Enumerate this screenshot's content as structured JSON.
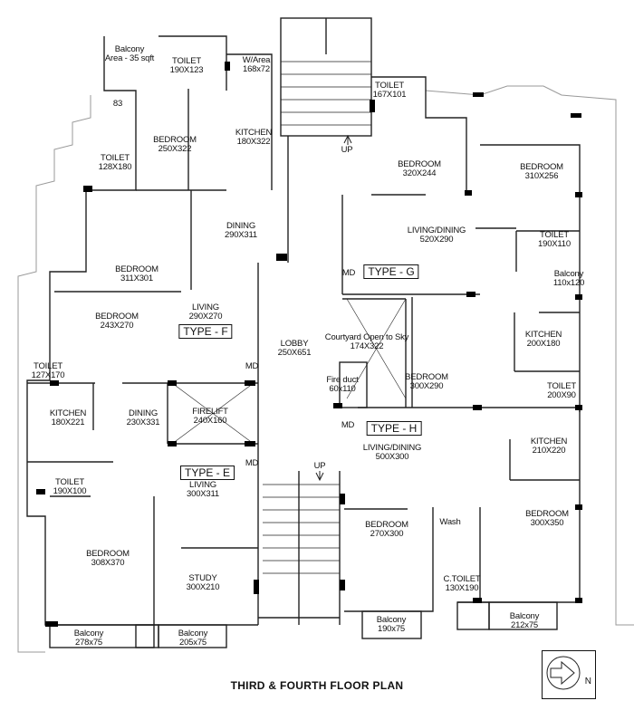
{
  "title": "THIRD & FOURTH FLOOR PLAN",
  "north_label": "N",
  "unit_types": [
    "TYPE - F",
    "TYPE - G",
    "TYPE - E",
    "TYPE - H"
  ],
  "rooms": [
    {
      "name": "Balcony",
      "dim": "Area - 35 sqft"
    },
    {
      "name": "83",
      "dim": ""
    },
    {
      "name": "TOILET",
      "dim": "190X123"
    },
    {
      "name": "W/Area",
      "dim": "168x72"
    },
    {
      "name": "KITCHEN",
      "dim": "180X322"
    },
    {
      "name": "BEDROOM",
      "dim": "250X322"
    },
    {
      "name": "TOILET",
      "dim": "128X180"
    },
    {
      "name": "DINING",
      "dim": "290X311"
    },
    {
      "name": "BEDROOM",
      "dim": "311X301"
    },
    {
      "name": "LIVING",
      "dim": "290X270"
    },
    {
      "name": "BEDROOM",
      "dim": "243X270"
    },
    {
      "name": "TOILET",
      "dim": "127X170"
    },
    {
      "name": "MD",
      "dim": ""
    },
    {
      "name": "LOBBY",
      "dim": "250X651"
    },
    {
      "name": "KITCHEN",
      "dim": "180X221"
    },
    {
      "name": "DINING",
      "dim": "230X331"
    },
    {
      "name": "FIRELIFT",
      "dim": "240X160"
    },
    {
      "name": "MD",
      "dim": ""
    },
    {
      "name": "LIVING",
      "dim": "300X311"
    },
    {
      "name": "TOILET",
      "dim": "190X100"
    },
    {
      "name": "BEDROOM",
      "dim": "308X370"
    },
    {
      "name": "STUDY",
      "dim": "300X210"
    },
    {
      "name": "Balcony",
      "dim": "278x75"
    },
    {
      "name": "Balcony",
      "dim": "205x75"
    },
    {
      "name": "TOILET",
      "dim": "167X101"
    },
    {
      "name": "UP",
      "dim": ""
    },
    {
      "name": "BEDROOM",
      "dim": "320X244"
    },
    {
      "name": "BEDROOM",
      "dim": "310X256"
    },
    {
      "name": "LIVING/DINING",
      "dim": "520X290"
    },
    {
      "name": "TOILET",
      "dim": "190X110"
    },
    {
      "name": "MD",
      "dim": ""
    },
    {
      "name": "Balcony",
      "dim": "110x120"
    },
    {
      "name": "Courtyard Open to Sky",
      "dim": "174X322"
    },
    {
      "name": "KITCHEN",
      "dim": "200X180"
    },
    {
      "name": "Fire duct",
      "dim": "60x110"
    },
    {
      "name": "BEDROOM",
      "dim": "300X290"
    },
    {
      "name": "TOILET",
      "dim": "200X90"
    },
    {
      "name": "MD",
      "dim": ""
    },
    {
      "name": "LIVING/DINING",
      "dim": "500X300"
    },
    {
      "name": "KITCHEN",
      "dim": "210X220"
    },
    {
      "name": "UP",
      "dim": ""
    },
    {
      "name": "Wash",
      "dim": ""
    },
    {
      "name": "BEDROOM",
      "dim": "300X350"
    },
    {
      "name": "BEDROOM",
      "dim": "270X300"
    },
    {
      "name": "C.TOILET",
      "dim": "130X190"
    },
    {
      "name": "Balcony",
      "dim": "190x75"
    },
    {
      "name": "Balcony",
      "dim": "212x75"
    }
  ]
}
